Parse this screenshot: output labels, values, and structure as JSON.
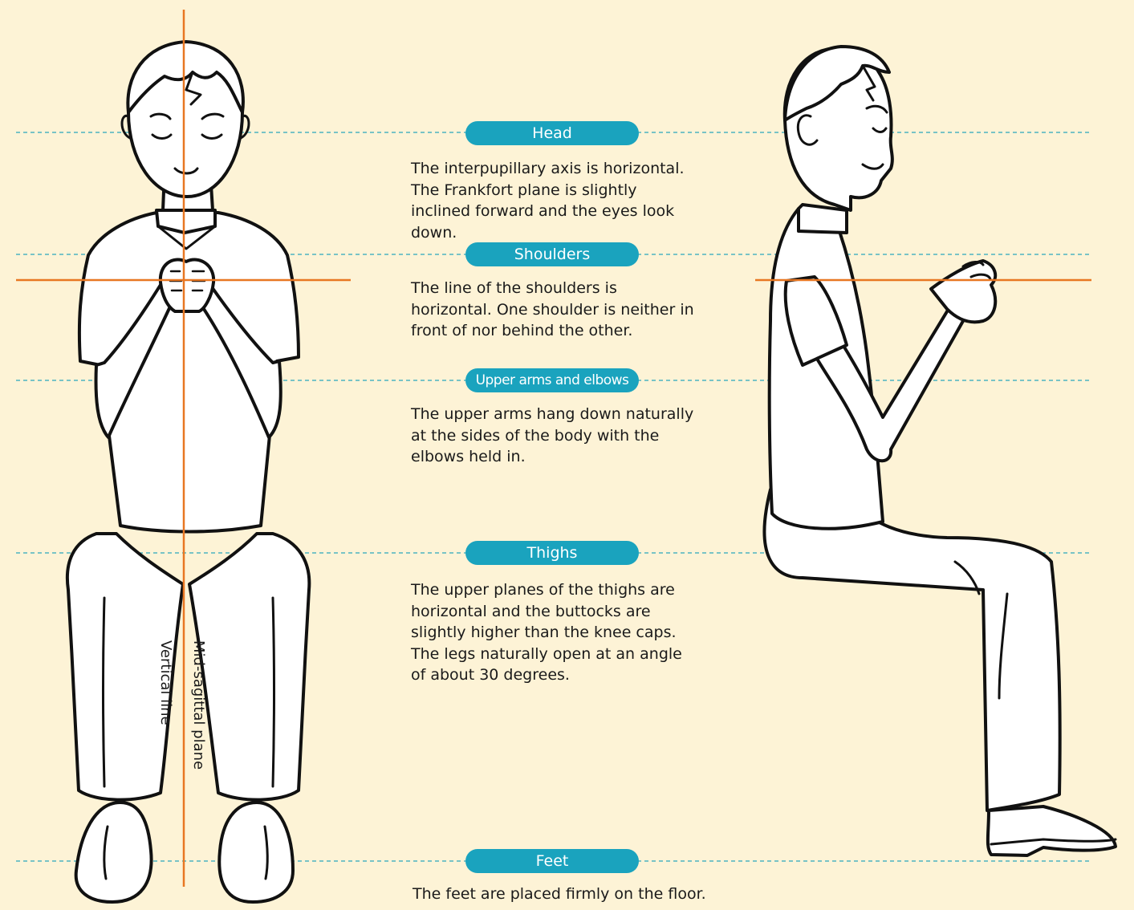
{
  "sections": [
    {
      "key": "head",
      "label": "Head",
      "text": "The interpupillary axis is horizontal. The Frankfort plane is slightly inclined forward and the eyes look down."
    },
    {
      "key": "shoulders",
      "label": "Shoulders",
      "text": "The line of the shoulders is horizontal. One shoulder is neither in front of nor behind the other."
    },
    {
      "key": "upper_arms",
      "label": "Upper arms and elbows",
      "text": "The upper arms hang down naturally at the sides of the body with the elbows held in."
    },
    {
      "key": "thighs",
      "label": "Thighs",
      "text": "The upper planes of the thighs are horizontal and the buttocks are slightly higher than the knee caps. The legs naturally open at an angle of about 30 degrees."
    },
    {
      "key": "feet",
      "label": "Feet",
      "text": "The feet are placed firmly on the floor."
    }
  ],
  "front_figure": {
    "vertical_line_label": "Vertical line",
    "mid_sagittal_label": "Mid-sagittal plane"
  },
  "colors": {
    "background": "#fdf3d6",
    "pill": "#1aa3be",
    "guide_dashed": "#2aa6bd",
    "reference_line": "#e87722",
    "outline": "#111111"
  }
}
